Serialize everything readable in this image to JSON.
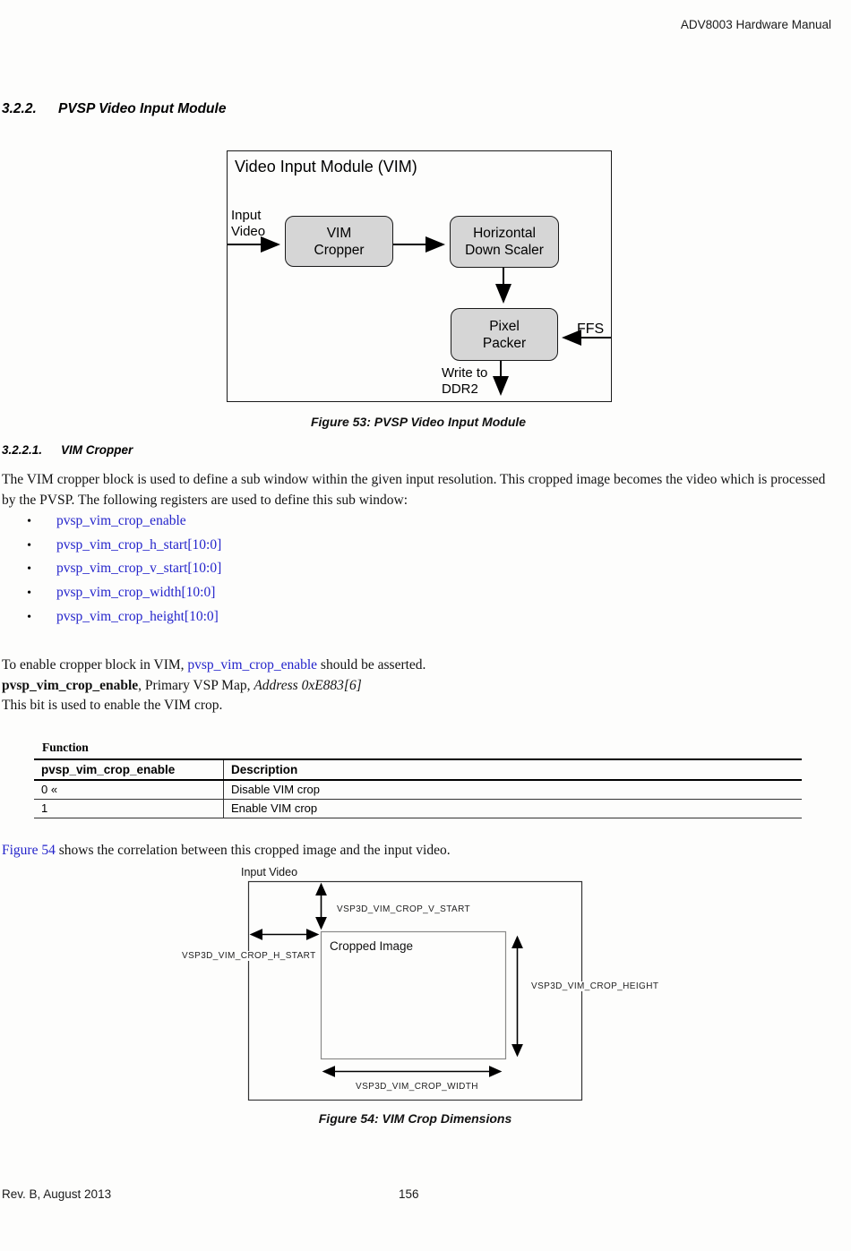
{
  "header": {
    "title": "ADV8003 Hardware Manual"
  },
  "footer": {
    "revision": "Rev. B, August 2013",
    "page": "156"
  },
  "section": {
    "number": "3.2.2.",
    "title": "PVSP Video Input Module"
  },
  "subsection": {
    "number": "3.2.2.1.",
    "title": "VIM Cropper"
  },
  "figure53": {
    "title": "Video Input Module (VIM)",
    "input_video": [
      "Input",
      "Video"
    ],
    "cropper": [
      "VIM",
      "Cropper"
    ],
    "scaler": [
      "Horizontal",
      "Down Scaler"
    ],
    "packer": [
      "Pixel",
      "Packer"
    ],
    "ffs": "FFS",
    "write_ddr2": [
      "Write to",
      "DDR2"
    ],
    "caption": "Figure 53: PVSP Video Input Module"
  },
  "intro_paragraph": "The VIM cropper block is used to define a sub window within the given input resolution. This cropped image becomes the video which is processed by the PVSP. The following registers are used to define this sub window:",
  "bullets": {
    "glyph": "•"
  },
  "registers": [
    "pvsp_vim_crop_enable",
    "pvsp_vim_crop_h_start[10:0]",
    "pvsp_vim_crop_v_start[10:0]",
    "pvsp_vim_crop_width[10:0]",
    "pvsp_vim_crop_height[10:0]"
  ],
  "enable_sentence": {
    "prefix": "To enable cropper block in VIM, ",
    "link": "pvsp_vim_crop_enable",
    "suffix": " should be asserted."
  },
  "register_heading": {
    "name": "pvsp_vim_crop_enable",
    "middle": ", Primary VSP Map, ",
    "address": "Address 0xE883[6]"
  },
  "bit_sentence": "This bit is used to enable the VIM crop.",
  "table": {
    "label": "Function",
    "col1_header": "pvsp_vim_crop_enable",
    "col2_header": "Description",
    "rows": [
      {
        "value": "0 «",
        "description": "Disable VIM crop"
      },
      {
        "value": "1",
        "description": "Enable VIM crop"
      }
    ]
  },
  "figure54_intro": {
    "link": "Figure 54",
    "text": " shows the correlation between this cropped image and the input video."
  },
  "figure54": {
    "input_video_label": "Input Video",
    "cropped_image_label": "Cropped Image",
    "v_start_label": "VSP3D_VIM_CROP_V_START",
    "h_start_label": "VSP3D_VIM_CROP_H_START",
    "height_label": "VSP3D_VIM_CROP_HEIGHT",
    "width_label": "VSP3D_VIM_CROP_WIDTH",
    "caption": "Figure 54: VIM Crop Dimensions"
  },
  "colors": {
    "link_blue": "#2424cb",
    "block_fill": "#d6d6d6"
  }
}
